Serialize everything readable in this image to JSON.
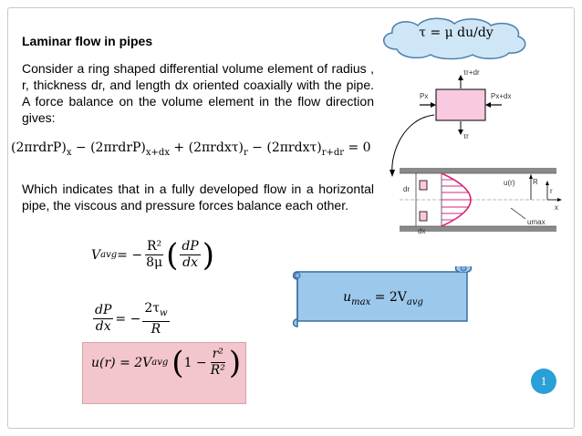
{
  "title": "Laminar flow in pipes",
  "paragraph1": "Consider a ring shaped differential volume element of radius , r, thickness dr, and length dx oriented coaxially with the pipe. A force balance on the volume element in the flow direction gives:",
  "paragraph2": "Which indicates that in a fully developed flow in a horizontal pipe, the viscous and pressure forces balance each other.",
  "force_balance": {
    "t1": "(2πrdrP)",
    "s1": "x",
    "op1": " − ",
    "t2": "(2πrdrP)",
    "s2": "x+dx",
    "op2": " + ",
    "t3": "(2πrdxτ)",
    "s3": "r",
    "op3": " − ",
    "t4": "(2πrdxτ)",
    "s4": "r+dr",
    "rhs": " = 0"
  },
  "vavg_eq": {
    "lhs": "V",
    "lhs_sub": "avg",
    "eq": " = −",
    "frac_num": "R²",
    "frac_den": "8μ",
    "dp": "dP",
    "dx": "dx"
  },
  "dpdx_eq": {
    "num": "dP",
    "den": "dx",
    "eq": " = −",
    "num2": "2τ",
    "num2_sub": "w",
    "den2": "R"
  },
  "velocity_eq": {
    "lhs": "u(r) = 2V",
    "lhs_sub": "avg",
    "one": "1 −",
    "num": "r²",
    "den": "R²"
  },
  "shear_stress": "τ = μ du/dy",
  "umax_eq": {
    "lhs": "u",
    "lhs_sub": "max",
    "rhs": " = 2V",
    "rhs_sub": "avg"
  },
  "diagram_labels": {
    "tau_top": "τr+dr",
    "tau_bottom": "τr",
    "px": "Px",
    "pxdx": "Px+dx",
    "ur": "u(r)",
    "R": "R",
    "r": "r",
    "x": "x",
    "dr": "dr",
    "dx": "dx",
    "umax": "umax"
  },
  "page_number": "1",
  "colors": {
    "pink_box": "#f2c6cc",
    "cloud_fill": "#cfe6f6",
    "scroll_fill": "#9cc8ec",
    "page_badge": "#2a9fd8",
    "velocity_profile": "#d6247a"
  }
}
